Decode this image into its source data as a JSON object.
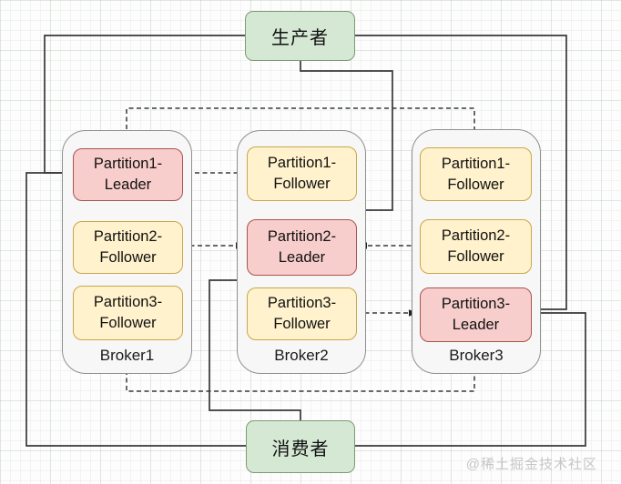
{
  "diagram": {
    "producer": {
      "label": "生产者"
    },
    "consumer": {
      "label": "消费者"
    },
    "brokers": [
      {
        "label": "Broker1",
        "partitions": [
          {
            "line1": "Partition1-",
            "line2": "Leader",
            "role": "Leader"
          },
          {
            "line1": "Partition2-",
            "line2": "Follower",
            "role": "Follower"
          },
          {
            "line1": "Partition3-",
            "line2": "Follower",
            "role": "Follower"
          }
        ]
      },
      {
        "label": "Broker2",
        "partitions": [
          {
            "line1": "Partition1-",
            "line2": "Follower",
            "role": "Follower"
          },
          {
            "line1": "Partition2-",
            "line2": "Leader",
            "role": "Leader"
          },
          {
            "line1": "Partition3-",
            "line2": "Follower",
            "role": "Follower"
          }
        ]
      },
      {
        "label": "Broker3",
        "partitions": [
          {
            "line1": "Partition1-",
            "line2": "Follower",
            "role": "Follower"
          },
          {
            "line1": "Partition2-",
            "line2": "Follower",
            "role": "Follower"
          },
          {
            "line1": "Partition3-",
            "line2": "Leader",
            "role": "Leader"
          }
        ]
      }
    ],
    "edges": [
      {
        "from": "producer",
        "to": "broker1-partition1-leader",
        "style": "solid"
      },
      {
        "from": "producer",
        "to": "broker2-partition2-leader",
        "style": "solid"
      },
      {
        "from": "producer",
        "to": "broker3-partition3-leader",
        "style": "solid"
      },
      {
        "from": "consumer",
        "to": "broker1-partition1-leader",
        "style": "solid"
      },
      {
        "from": "consumer",
        "to": "broker2-partition2-leader",
        "style": "solid"
      },
      {
        "from": "consumer",
        "to": "broker3-partition3-leader",
        "style": "solid"
      },
      {
        "from": "broker2-partition1-follower",
        "to": "broker1-partition1-leader",
        "style": "dashed"
      },
      {
        "from": "broker3-partition1-follower",
        "to": "broker1-partition1-leader",
        "style": "dashed"
      },
      {
        "from": "broker1-partition2-follower",
        "to": "broker2-partition2-leader",
        "style": "dashed"
      },
      {
        "from": "broker3-partition2-follower",
        "to": "broker2-partition2-leader",
        "style": "dashed"
      },
      {
        "from": "broker2-partition3-follower",
        "to": "broker3-partition3-leader",
        "style": "dashed"
      },
      {
        "from": "broker1-partition3-follower",
        "to": "broker3-partition3-leader",
        "style": "dashed"
      }
    ],
    "colors": {
      "leader_fill": "#f8cecc",
      "leader_stroke": "#a85450",
      "follower_fill": "#fff2cc",
      "follower_stroke": "#c9a648",
      "endpoint_fill": "#d5e8d4",
      "endpoint_stroke": "#7f9a72",
      "broker_fill": "#f7f7f7",
      "broker_stroke": "#8f8f8f",
      "edge_color": "#383838"
    },
    "watermark": "@稀土掘金技术社区"
  }
}
